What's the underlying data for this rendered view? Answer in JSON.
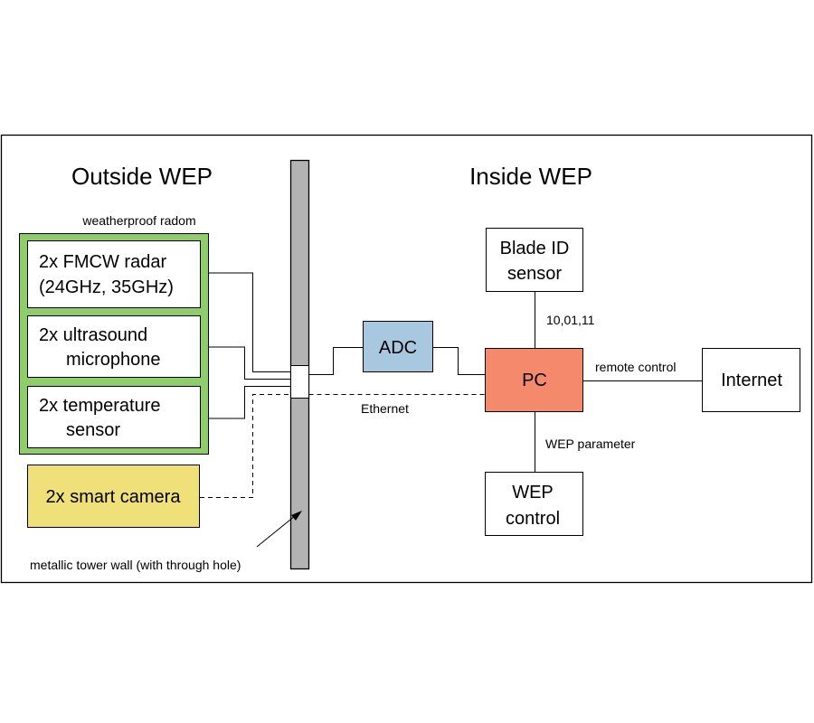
{
  "diagram": {
    "titles": {
      "outside": "Outside WEP",
      "inside": "Inside WEP"
    },
    "radom_label": "weatherproof radom",
    "wall_label": "metallic tower wall (with through hole)",
    "nodes": {
      "radar": {
        "lines": [
          "2x FMCW radar",
          "(24GHz, 35GHz)"
        ]
      },
      "microphone": {
        "lines": [
          "2x ultrasound",
          "microphone"
        ]
      },
      "temperature": {
        "lines": [
          "2x temperature",
          "sensor"
        ]
      },
      "camera": {
        "lines": [
          "2x smart camera"
        ]
      },
      "adc": {
        "lines": [
          "ADC"
        ]
      },
      "pc": {
        "lines": [
          "PC"
        ]
      },
      "blade": {
        "lines": [
          "Blade ID",
          "sensor"
        ]
      },
      "internet": {
        "lines": [
          "Internet"
        ]
      },
      "wep_control": {
        "lines": [
          "WEP",
          "control"
        ]
      }
    },
    "edge_labels": {
      "blade_pc": "10,01,11",
      "pc_internet": "remote control",
      "pc_wep": "WEP parameter",
      "ethernet": "Ethernet"
    },
    "colors": {
      "radom_green": "#8fcc6a",
      "camera_yellow": "#f0e07a",
      "adc_blue": "#a8c8e0",
      "pc_salmon": "#f4896c",
      "wall_gray": "#b3b3b3"
    }
  }
}
